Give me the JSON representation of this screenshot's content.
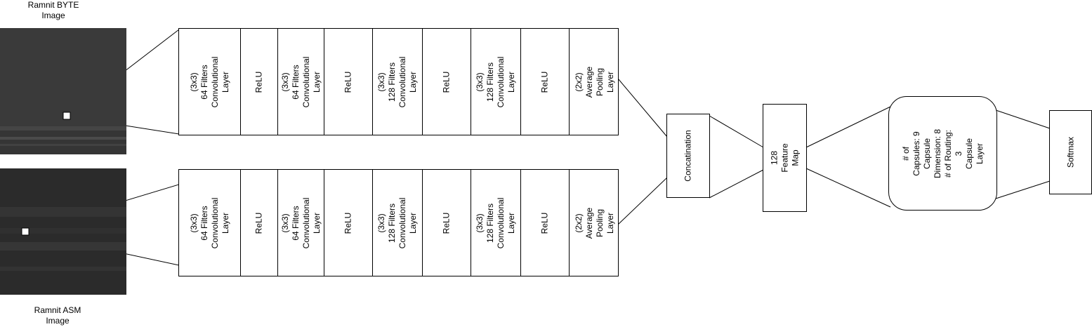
{
  "inputs": {
    "byte_caption": "Ramnit BYTE\nImage",
    "asm_caption": "Ramnit ASM\nImage"
  },
  "branch_layers": [
    "(3x3)\n64 Filters\nConvolutional\nLayer",
    "ReLU",
    "(3x3)\n64 Filters\nConvolutional\nLayer",
    "ReLU",
    "(3x3)\n128 Filters\nConvolutional\nLayer",
    "ReLU",
    "(3x3)\n128 Filters\nConvolutional\nLayer",
    "ReLU",
    "(2x2)\nAverage\nPooling\nLayer"
  ],
  "concat_label": "Concatination",
  "feature_map_label": "128\nFeature\nMap",
  "capsule_label": "# of Capsules: 9\nCapsule Dimension: 8\n# of Routing: 3\nCapsule Layer",
  "softmax_label": "Softmax",
  "colors": {
    "line": "#000000",
    "byte_image": "#3a3a3a",
    "asm_image": "#2c2c2c"
  }
}
